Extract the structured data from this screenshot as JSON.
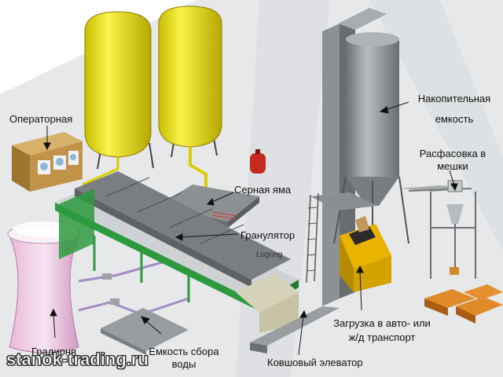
{
  "labels": {
    "operator": "Операторная",
    "storage_line1": "Накопительная",
    "storage_line2": "емкость",
    "packing_line1": "Расфасовка в",
    "packing_line2": "мешки",
    "sulfur_pit": "Серная яма",
    "granulator": "Гранулятор",
    "brand": "Lugong",
    "loading_line1": "Загрузка в авто- или",
    "loading_line2": "ж/д транспорт",
    "cooling_tower": "Градирня",
    "water_tank_line1": "Емкость сбора",
    "water_tank_line2": "воды",
    "bucket_elevator": "Ковшовый элеватор"
  },
  "watermark": "stanok-trading.ru",
  "colors": {
    "tank_yellow": "#f1e400",
    "machine_green": "#2e9a3e",
    "bin_gray": "#8a8d8f",
    "truck_yellow": "#e8b400",
    "tank_red": "#c42a1e",
    "floor_gray": "#e6e8ea"
  }
}
